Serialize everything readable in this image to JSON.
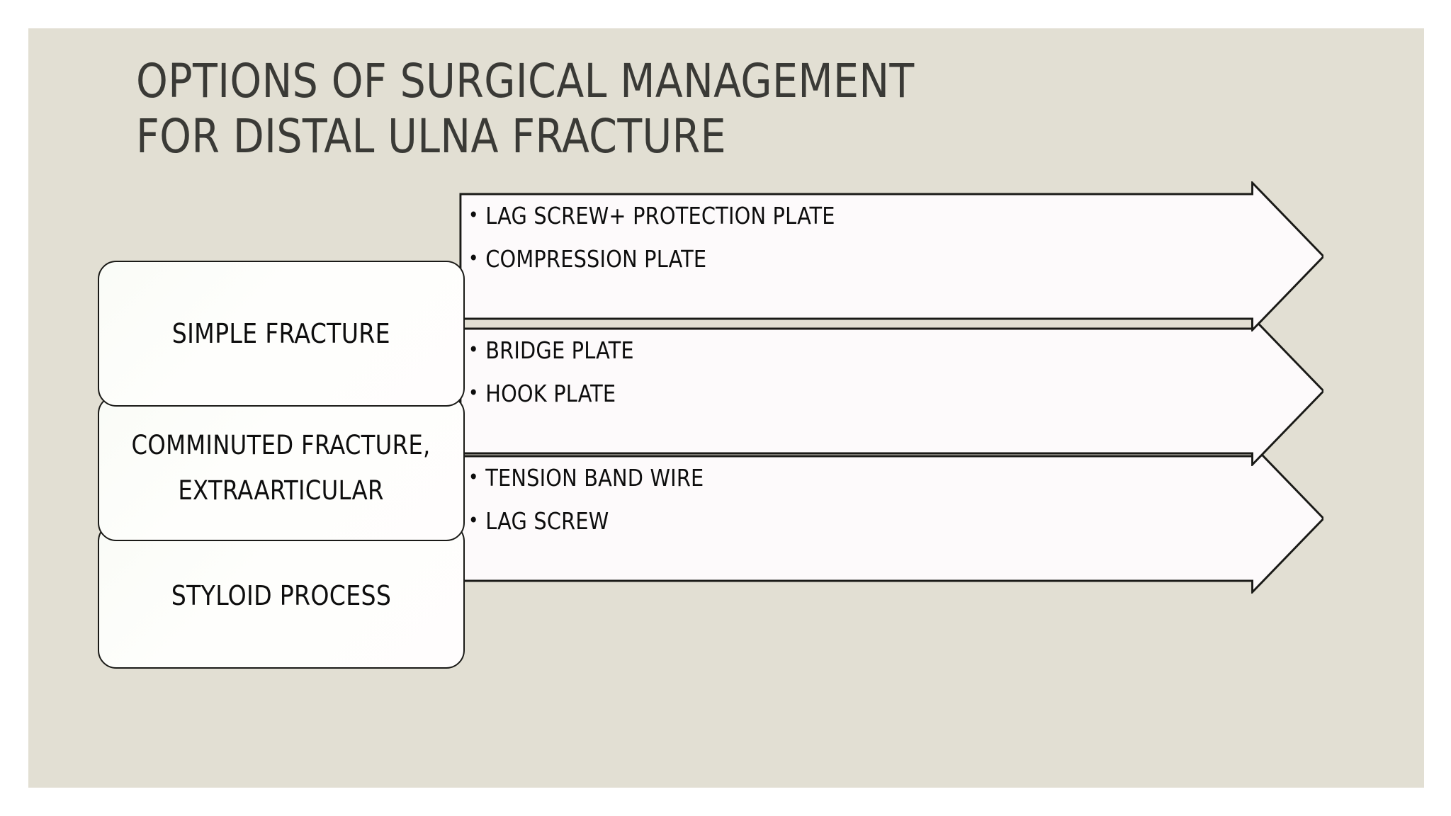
{
  "slide": {
    "background_color": "#E2DFD3",
    "title": "OPTIONS OF SURGICAL MANAGEMENT\nFOR DISTAL ULNA FRACTURE",
    "title_color": "#3A3A36"
  },
  "diagram": {
    "type": "process-arrows",
    "box_fill": "#FDFCFA",
    "box_border": "#1A1A17",
    "arrow_fill": "#FDFAFB",
    "arrow_border": "#1A1A17",
    "rows": [
      {
        "category": "SIMPLE FRACTURE",
        "options": [
          "LAG SCREW+ PROTECTION PLATE",
          "COMPRESSION PLATE"
        ]
      },
      {
        "category": "COMMINUTED FRACTURE,\nEXTRAARTICULAR",
        "options": [
          "BRIDGE PLATE",
          "HOOK PLATE"
        ]
      },
      {
        "category": "STYLOID PROCESS",
        "options": [
          "TENSION BAND WIRE",
          "LAG SCREW"
        ]
      }
    ]
  }
}
